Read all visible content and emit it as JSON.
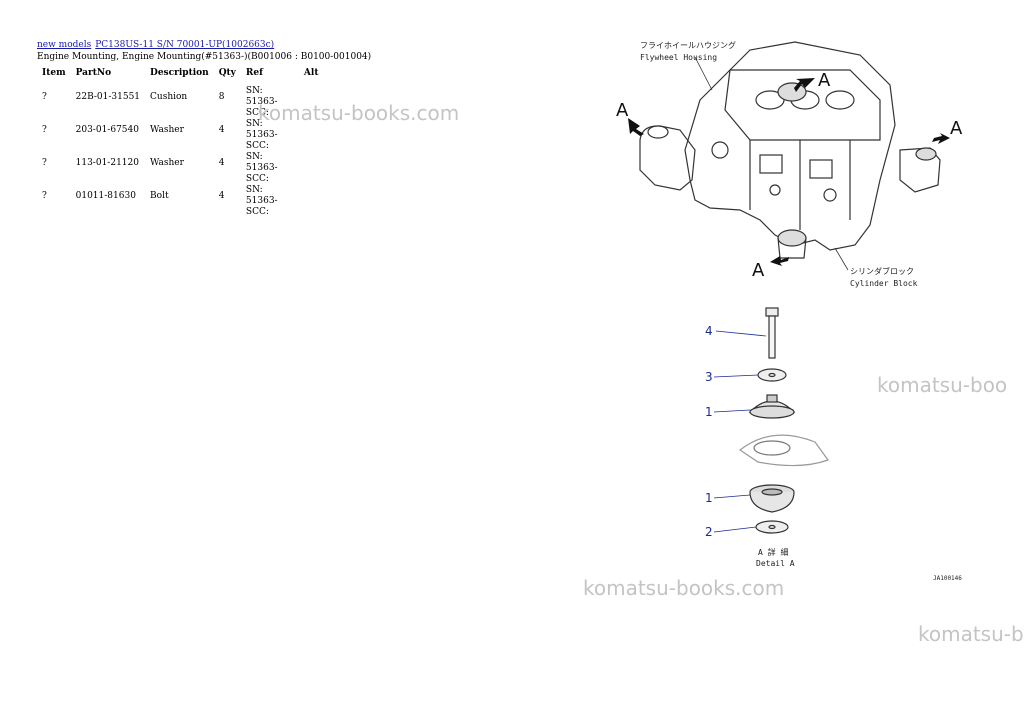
{
  "breadcrumb": {
    "link1": "new models",
    "link2": "PC138US-11 S/N 70001-UP(1002663c)"
  },
  "subtitle": "Engine Mounting, Engine Mounting(#51363-)(B001006 : B0100-001004)",
  "table": {
    "headers": [
      "Item",
      "PartNo",
      "Description",
      "Qty",
      "Ref",
      "Alt"
    ],
    "rows": [
      {
        "item": "?",
        "partno": "22B-01-31551",
        "description": "Cushion",
        "qty": "8",
        "ref": "SN: 51363-SCC:",
        "alt": ""
      },
      {
        "item": "?",
        "partno": "203-01-67540",
        "description": "Washer",
        "qty": "4",
        "ref": "SN: 51363-SCC:",
        "alt": ""
      },
      {
        "item": "?",
        "partno": "113-01-21120",
        "description": "Washer",
        "qty": "4",
        "ref": "SN: 51363-SCC:",
        "alt": ""
      },
      {
        "item": "?",
        "partno": "01011-81630",
        "description": "Bolt",
        "qty": "4",
        "ref": "SN: 51363-SCC:",
        "alt": ""
      }
    ]
  },
  "watermarks": {
    "w1": "komatsu-books.com",
    "w2": "komatsu-boo",
    "w3": "komatsu-books.com",
    "w4": "komatsu-b"
  },
  "diagram": {
    "flywheel_jp": "フライホイールハウジング",
    "flywheel_en": "Flywheel Housing",
    "cylinder_jp": "シリンダブロック",
    "cylinder_en": "Cylinder Block",
    "marker": "A",
    "detail_jp": "A 詳 細",
    "detail_en": "Detail A",
    "callout_4": "4",
    "callout_3": "3",
    "callout_1a": "1",
    "callout_1b": "1",
    "callout_2": "2",
    "code": "JA100146"
  }
}
